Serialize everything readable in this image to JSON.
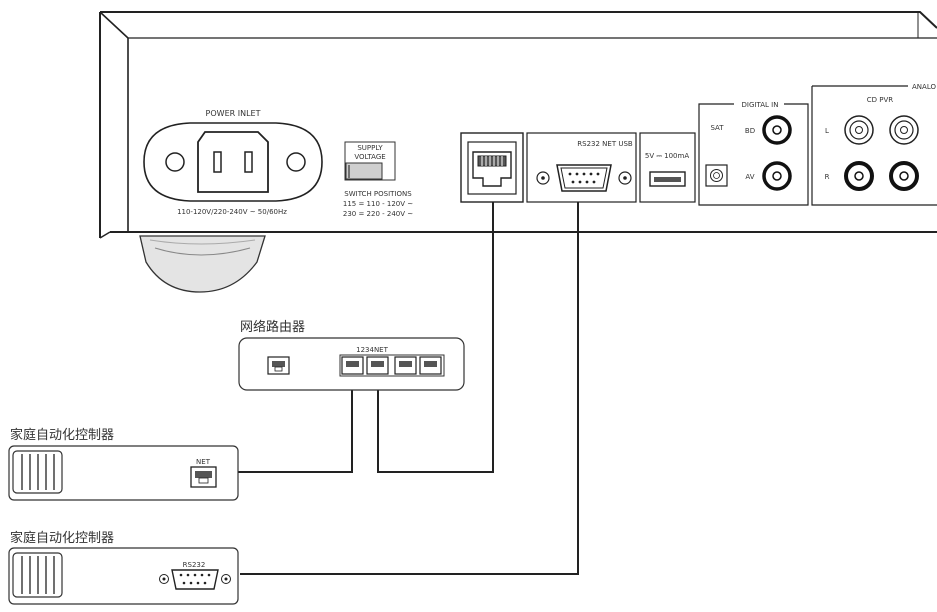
{
  "device": {
    "power_inlet": "POWER INLET",
    "power_rating": "110-120V/220-240V ~ 50/60Hz",
    "supply_voltage_line1": "SUPPLY",
    "supply_voltage_line2": "VOLTAGE",
    "switch_positions_title": "SWITCH POSITIONS",
    "switch_115": "115 = 110 - 120V ~",
    "switch_230": "230 = 220 - 240V ~",
    "control_header": "RS232  NET  USB",
    "usb_rating": "5V ⎓ 100mA",
    "digital_in": "DIGITAL IN",
    "sat": "SAT",
    "bd": "BD",
    "av": "AV",
    "analog": "ANALO",
    "cd_pvr": "CD   PVR",
    "left": "L",
    "right": "R"
  },
  "router": {
    "title": "网络路由器",
    "ports_label": "1234NET"
  },
  "controller_net": {
    "title": "家庭自动化控制器",
    "port_label": "NET"
  },
  "controller_rs232": {
    "title": "家庭自动化控制器",
    "port_label": "RS232"
  }
}
